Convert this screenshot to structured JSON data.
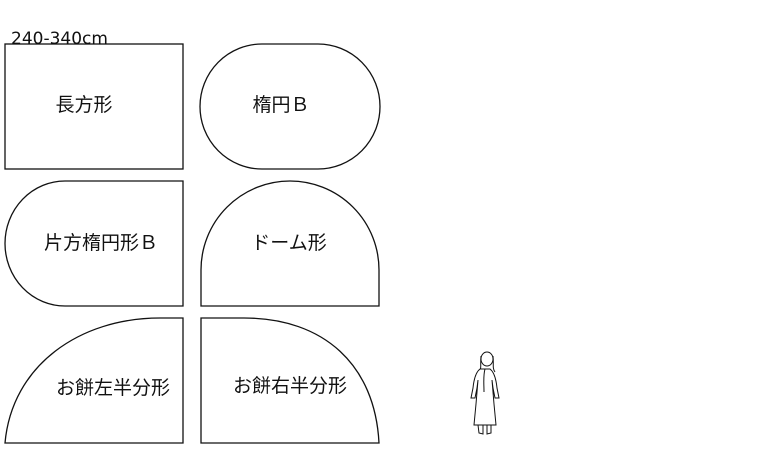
{
  "size_label": "240-340cm",
  "shapes": [
    {
      "id": "rectangle",
      "label": "長方形"
    },
    {
      "id": "ellipse-b",
      "label": "楕円Ｂ"
    },
    {
      "id": "half-ellipse-b",
      "label": "片方楕円形Ｂ"
    },
    {
      "id": "dome",
      "label": "ドーム形"
    },
    {
      "id": "mochi-left-half",
      "label": "お餅左半分形"
    },
    {
      "id": "mochi-right-half",
      "label": "お餅右半分形"
    }
  ]
}
